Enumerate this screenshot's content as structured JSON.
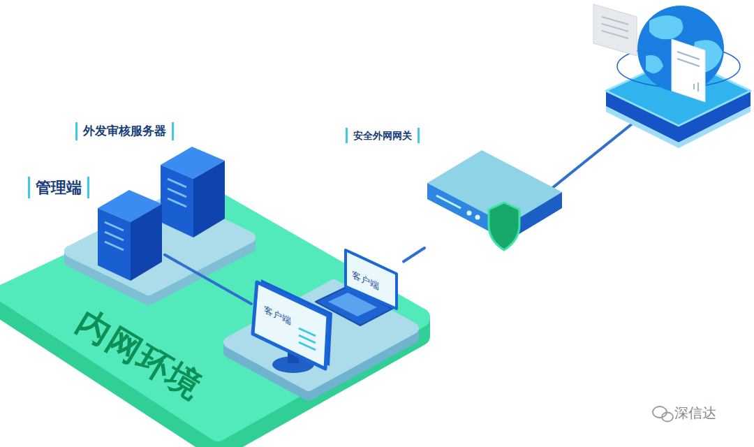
{
  "diagram": {
    "nodes": [
      {
        "text": [
          "内网环境"
        ]
      },
      {
        "text": [
          "外发审核服务器"
        ],
        "in": 0
      },
      {
        "text": [
          "管理端"
        ],
        "in": 0
      },
      {
        "text": [
          "客户端"
        ],
        "in": 0
      },
      {
        "text": [
          "客户端"
        ],
        "in": 0
      },
      {
        "text": [
          "安全外网网关"
        ]
      }
    ],
    "edges": [
      {
        "from": 2,
        "to": 4,
        "arrow": "none"
      },
      {
        "from": 3,
        "to": 5,
        "arrow": "none"
      }
    ],
    "labels": [
      "深信达"
    ]
  }
}
